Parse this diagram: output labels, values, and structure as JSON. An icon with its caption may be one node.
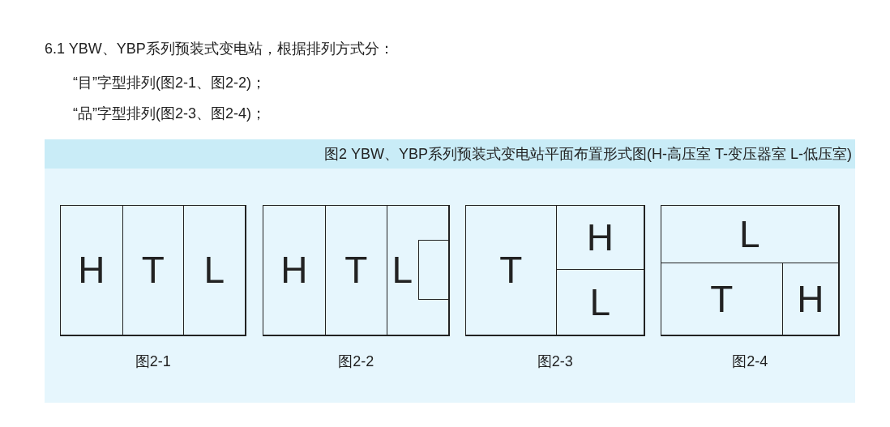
{
  "diagram": {
    "title": "图2 YBW、YBP系列预装式变电站平面布置形式图(H-高压室  T-变压器室  L-低压室)",
    "nodes": [
      {
        "text": [],
        "shape": "box",
        "beside": [
          "图2-1"
        ]
      },
      {
        "text": [
          "H"
        ],
        "in": 0
      },
      {
        "text": [
          "T"
        ],
        "in": 0
      },
      {
        "text": [
          "L"
        ],
        "in": 0
      },
      {
        "text": [],
        "shape": "box",
        "beside": [
          "图2-2"
        ]
      },
      {
        "text": [
          "H"
        ],
        "in": 4
      },
      {
        "text": [
          "T"
        ],
        "in": 4
      },
      {
        "text": [
          "L"
        ],
        "in": 4
      },
      {
        "text": [],
        "shape": "box",
        "in": 7
      },
      {
        "text": [],
        "shape": "box",
        "beside": [
          "图2-3"
        ]
      },
      {
        "text": [
          "T"
        ],
        "in": 9
      },
      {
        "text": [
          "H"
        ],
        "in": 9
      },
      {
        "text": [
          "L"
        ],
        "in": 9
      },
      {
        "text": [],
        "shape": "box",
        "beside": [
          "图2-4"
        ]
      },
      {
        "text": [
          "L"
        ],
        "in": 13
      },
      {
        "text": [
          "T"
        ],
        "in": 13
      },
      {
        "text": [
          "H"
        ],
        "in": 13
      }
    ],
    "edges": [],
    "labels": [
      "6.1 YBW、YBP系列预装式变电站，根据排列方式分：",
      "“目”字型排列(图2-1、图2-2)；",
      "“品”字型排列(图2-3、图2-4)；"
    ]
  }
}
